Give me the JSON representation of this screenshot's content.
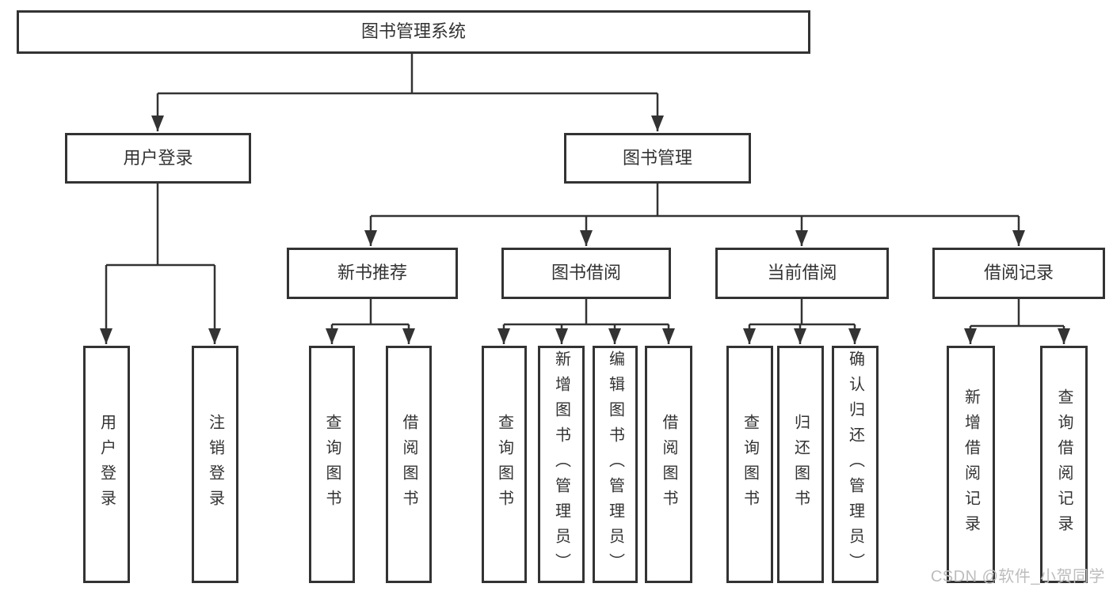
{
  "diagram": {
    "type": "tree",
    "tree": {
      "label": "图书管理系统",
      "children": [
        {
          "label": "用户登录",
          "children": [
            {
              "label": "用户登录"
            },
            {
              "label": "注销登录"
            }
          ]
        },
        {
          "label": "图书管理",
          "children": [
            {
              "label": "新书推荐",
              "children": [
                {
                  "label": "查询图书"
                },
                {
                  "label": "借阅图书"
                }
              ]
            },
            {
              "label": "图书借阅",
              "children": [
                {
                  "label": "查询图书"
                },
                {
                  "label": "新增图书（管理员）"
                },
                {
                  "label": "编辑图书（管理员）"
                },
                {
                  "label": "借阅图书"
                }
              ]
            },
            {
              "label": "当前借阅",
              "children": [
                {
                  "label": "查询图书"
                },
                {
                  "label": "归还图书"
                },
                {
                  "label": "确认归还（管理员）"
                }
              ]
            },
            {
              "label": "借阅记录",
              "children": [
                {
                  "label": "新增借阅记录"
                },
                {
                  "label": "查询借阅记录"
                }
              ]
            }
          ]
        }
      ]
    },
    "colors": {
      "line": "#333333",
      "box_border": "#333333",
      "box_background": "#ffffff",
      "text": "#333333",
      "watermark_text": "#bdbdbd",
      "background": "#ffffff"
    }
  },
  "watermark": {
    "text": "CSDN @软件_小贺同学"
  }
}
